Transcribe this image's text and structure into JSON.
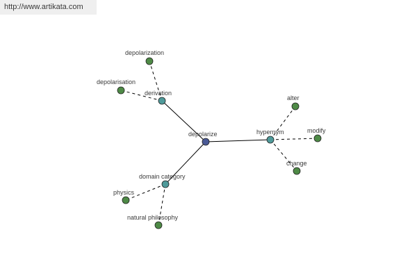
{
  "banner": {
    "url": "http://www.artikata.com"
  },
  "colors": {
    "root": "#4a5a96",
    "relation": "#4f9a9a",
    "leaf": "#4e8a46"
  },
  "graph": {
    "nodes": [
      {
        "id": "depolarize",
        "label": "depolarize",
        "kind": "root"
      },
      {
        "id": "derivation",
        "label": "derivation",
        "kind": "relation"
      },
      {
        "id": "hypernym",
        "label": "hypernym",
        "kind": "relation"
      },
      {
        "id": "domain-category",
        "label": "domain category",
        "kind": "relation"
      },
      {
        "id": "depolarization",
        "label": "depolarization",
        "kind": "leaf"
      },
      {
        "id": "depolarisation",
        "label": "depolarisation",
        "kind": "leaf"
      },
      {
        "id": "alter",
        "label": "alter",
        "kind": "leaf"
      },
      {
        "id": "modify",
        "label": "modify",
        "kind": "leaf"
      },
      {
        "id": "change",
        "label": "change",
        "kind": "leaf"
      },
      {
        "id": "physics",
        "label": "physics",
        "kind": "leaf"
      },
      {
        "id": "natural-philosophy",
        "label": "natural philosophy",
        "kind": "leaf"
      }
    ],
    "edges": [
      {
        "from": "depolarize",
        "to": "derivation",
        "style": "solid"
      },
      {
        "from": "depolarize",
        "to": "hypernym",
        "style": "solid"
      },
      {
        "from": "depolarize",
        "to": "domain-category",
        "style": "solid"
      },
      {
        "from": "derivation",
        "to": "depolarization",
        "style": "dashed"
      },
      {
        "from": "derivation",
        "to": "depolarisation",
        "style": "dashed"
      },
      {
        "from": "hypernym",
        "to": "alter",
        "style": "dashed"
      },
      {
        "from": "hypernym",
        "to": "modify",
        "style": "dashed"
      },
      {
        "from": "hypernym",
        "to": "change",
        "style": "dashed"
      },
      {
        "from": "domain-category",
        "to": "physics",
        "style": "dashed"
      },
      {
        "from": "domain-category",
        "to": "natural-philosophy",
        "style": "dashed"
      }
    ]
  }
}
